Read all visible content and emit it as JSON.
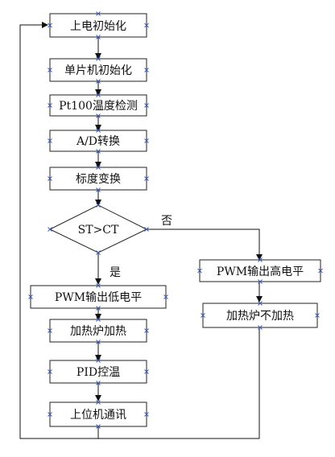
{
  "flowchart": {
    "nodes": {
      "power_on_init": "上电初始化",
      "mcu_init": "单片机初始化",
      "pt100_detect": "Pt100温度检测",
      "ad_convert": "A/D转换",
      "scale_transform": "标度变换",
      "decision": "ST>CT",
      "pwm_low": "PWM输出低电平",
      "heater_heat": "加热炉加热",
      "pid_control": "PID控温",
      "host_comm": "上位机通讯",
      "pwm_high": "PWM输出高电平",
      "heater_no_heat": "加热炉不加热"
    },
    "labels": {
      "yes": "是",
      "no": "否"
    },
    "colors": {
      "line": "#111111",
      "box_border": "#222222",
      "handle": "#3b5bb5"
    }
  }
}
